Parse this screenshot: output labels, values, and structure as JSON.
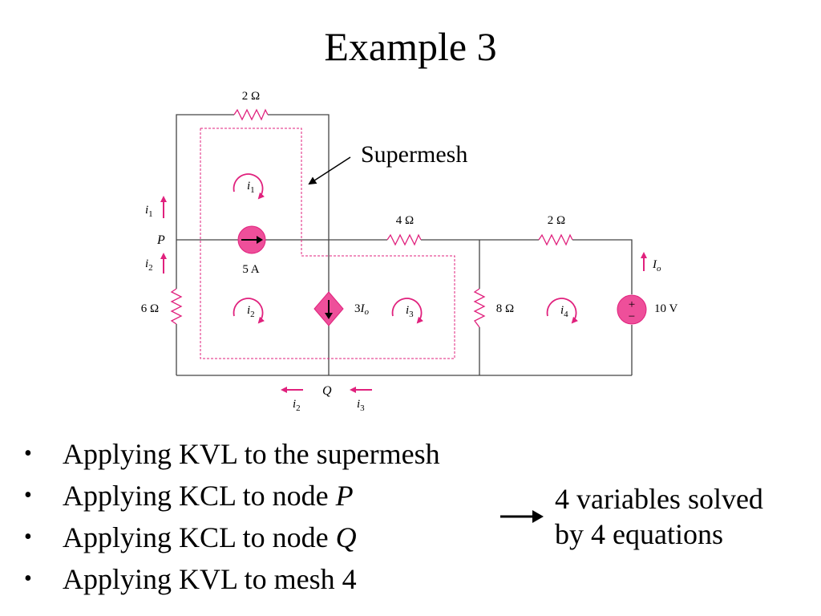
{
  "title": "Example 3",
  "colors": {
    "wire": "#444444",
    "accent": "#e0217d",
    "source_fill": "#ee4f9a"
  },
  "circuit": {
    "r_top": "2 Ω",
    "r_mid": "4 Ω",
    "r_right": "2 Ω",
    "r_left": "6 Ω",
    "r_8": "8 Ω",
    "current_source": "5 A",
    "dependent_source_gain": "3",
    "dependent_source_var": "I",
    "dependent_source_sub": "o",
    "voltage_source": "10 V",
    "node_p": "P",
    "node_q": "Q",
    "supermesh_label": "Supermesh",
    "io": {
      "var": "I",
      "sub": "o"
    },
    "mesh_labels": [
      {
        "var": "i",
        "sub": "1"
      },
      {
        "var": "i",
        "sub": "2"
      },
      {
        "var": "i",
        "sub": "3"
      },
      {
        "var": "i",
        "sub": "4"
      }
    ],
    "branch_labels": {
      "left_upper": {
        "var": "i",
        "sub": "1"
      },
      "left_lower": {
        "var": "i",
        "sub": "2"
      },
      "bottom_left": {
        "var": "i",
        "sub": "2"
      },
      "bottom_right": {
        "var": "i",
        "sub": "3"
      }
    },
    "source_polarity": {
      "plus": "+",
      "minus": "−"
    }
  },
  "bullets": {
    "marker": "•",
    "items": [
      {
        "text": "Applying KVL to the supermesh",
        "emph": ""
      },
      {
        "text": "Applying KCL to node ",
        "emph": "P"
      },
      {
        "text": "Applying KCL to node ",
        "emph": "Q"
      },
      {
        "text": "Applying KVL to mesh 4",
        "emph": ""
      }
    ]
  },
  "conclusion": {
    "line1": "4 variables solved",
    "line2": "by 4 equations"
  }
}
